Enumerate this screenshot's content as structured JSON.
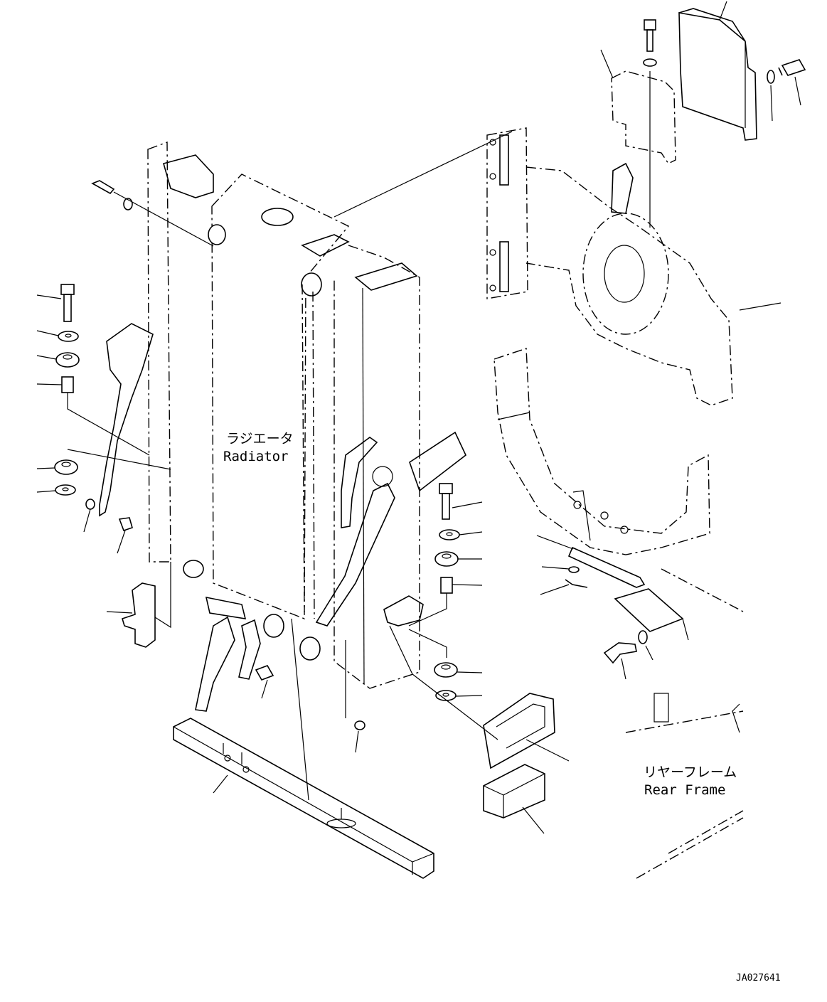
{
  "labels": {
    "radiator_jp": "ラジエータ",
    "radiator_en": "Radiator",
    "rear_frame_jp": "リヤーフレーム",
    "rear_frame_en": "Rear Frame",
    "drawing_id": "JA027641"
  },
  "icons": {
    "radiator": "radiator-core-icon",
    "bolt": "bolt-icon",
    "washer": "washer-icon",
    "bushing": "rubber-bushing-icon",
    "collar": "collar-icon",
    "shroud": "fan-shroud-icon",
    "bracket": "bracket-icon",
    "guard": "guard-cover-icon",
    "block": "rubber-block-icon",
    "rail": "support-rail-icon",
    "hose": "hose-icon",
    "plate": "plate-icon"
  },
  "colors": {
    "line": "#000000",
    "background": "#ffffff"
  }
}
